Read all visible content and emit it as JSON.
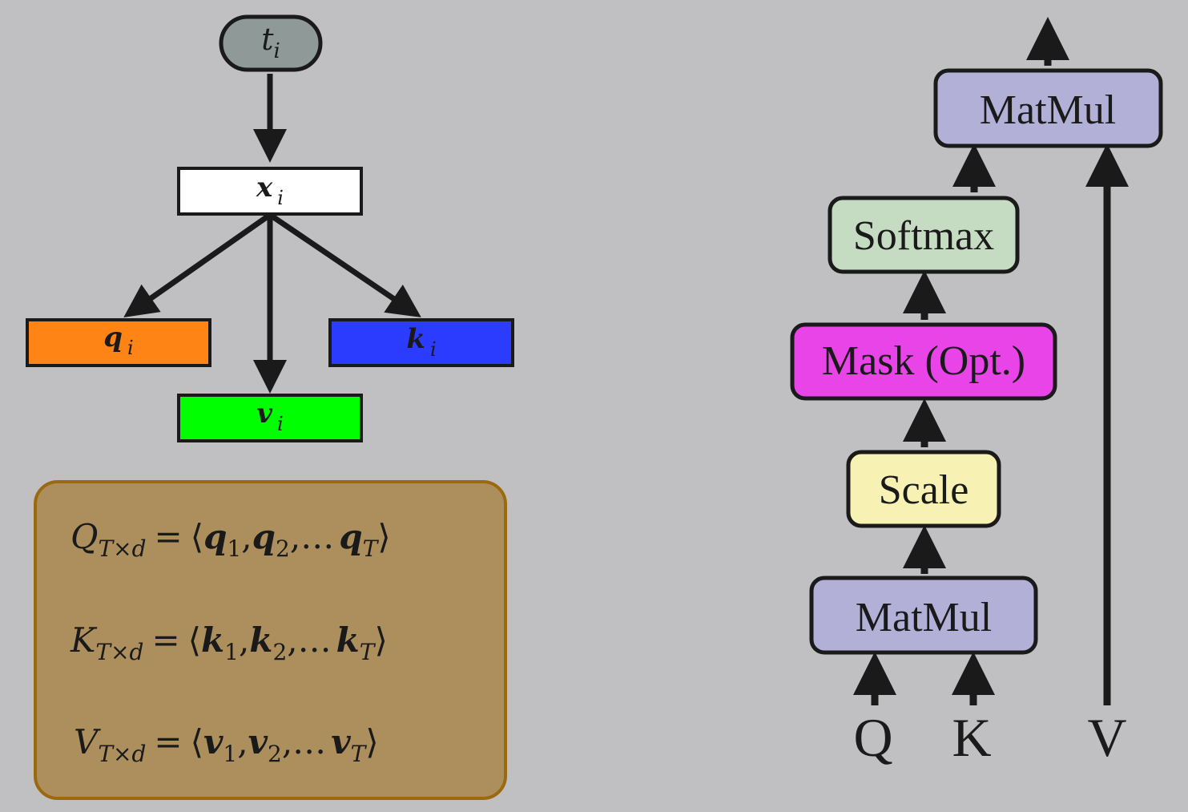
{
  "token_flow": {
    "token": {
      "var": "t",
      "sub": "i",
      "fill": "#8f9a98"
    },
    "embedding": {
      "var": "x",
      "sub": "i",
      "fill": "#ffffff"
    },
    "query": {
      "var": "q",
      "sub": "i",
      "fill": "#ff8416"
    },
    "key": {
      "var": "k",
      "sub": "i",
      "fill": "#2b3cff"
    },
    "value": {
      "var": "v",
      "sub": "i",
      "fill": "#00ff00"
    }
  },
  "matrices": {
    "fill": "#ad8f5d",
    "border": "#9b6a10",
    "rows": [
      {
        "name": "Q",
        "dim": "T×d",
        "eq": "=",
        "vec": "q",
        "s1": "1",
        "s2": "2",
        "sT": "T"
      },
      {
        "name": "K",
        "dim": "T×d",
        "eq": "=",
        "vec": "k",
        "s1": "1",
        "s2": "2",
        "sT": "T"
      },
      {
        "name": "V",
        "dim": "T×d",
        "eq": "=",
        "vec": "v",
        "s1": "1",
        "s2": "2",
        "sT": "T"
      }
    ],
    "open_bracket": "⟨",
    "close_bracket": "⟩",
    "comma": ",",
    "ellipsis": ",…"
  },
  "attention": {
    "blocks": [
      {
        "key": "matmul_top",
        "label": "MatMul",
        "fill": "#b3b0d8"
      },
      {
        "key": "softmax",
        "label": "Softmax",
        "fill": "#c6dcc2"
      },
      {
        "key": "mask",
        "label": "Mask (Opt.)",
        "fill": "#e844e8"
      },
      {
        "key": "scale",
        "label": "Scale",
        "fill": "#f7f2b4"
      },
      {
        "key": "matmul_bottom",
        "label": "MatMul",
        "fill": "#b3b0d8"
      }
    ],
    "inputs": {
      "q": "Q",
      "k": "K",
      "v": "V"
    }
  },
  "colors": {
    "background": "#c0c0c2",
    "stroke": "#1a1a1a"
  }
}
